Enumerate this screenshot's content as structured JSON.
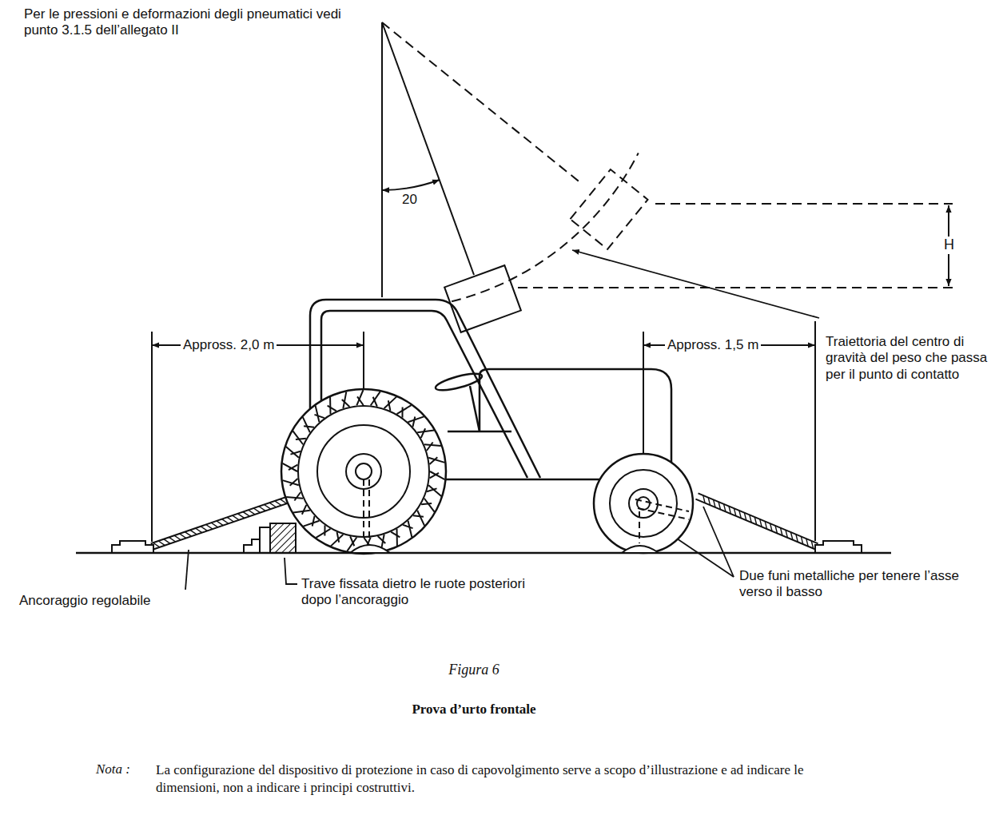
{
  "diagram": {
    "title": "Prova d’urto frontale",
    "caption": "Figura 6",
    "labels": [
      "Per le pressioni e deformazioni degli pneumatici vedi punto 3.1.5 dell’allegato II",
      "20",
      "H",
      "Appross. 2,0 m",
      "Appross. 1,5 m",
      "Traiettoria del centro di gravità del peso che passa per il punto di contatto",
      "Ancoraggio regolabile",
      "Trave fissata dietro le ruote posteriori dopo l’ancoraggio",
      "Due funi metalliche per tenere l’asse verso il basso",
      "Nota :",
      "La configurazione del dispositivo di protezione in caso di capovolgimento serve a scopo d’illustrazione e ad indicare le dimensioni, non a indicare i principi costruttivi."
    ]
  }
}
